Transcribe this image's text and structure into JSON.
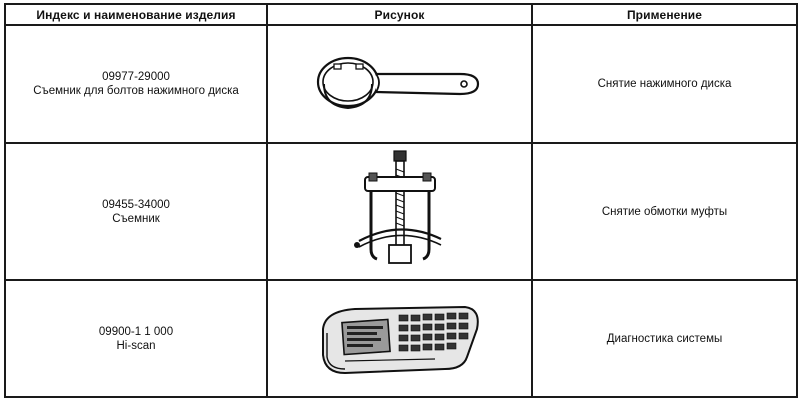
{
  "table": {
    "headers": [
      "Индекс и наименование изделия",
      "Рисунок",
      "Применение"
    ],
    "rows": [
      {
        "index": "09977-29000",
        "name": "Съемник для болтов нажимного диска",
        "picture_icon": "wrench-ring-tool-icon",
        "usage": "Снятие нажимного диска"
      },
      {
        "index": "09455-34000",
        "name": "Съемник",
        "picture_icon": "puller-tool-icon",
        "usage": "Снятие обмотки муфты"
      },
      {
        "index": "09900-1 1 000",
        "name": "Hi-scan",
        "picture_icon": "handheld-scanner-icon",
        "usage": "Диагностика системы"
      }
    ]
  }
}
